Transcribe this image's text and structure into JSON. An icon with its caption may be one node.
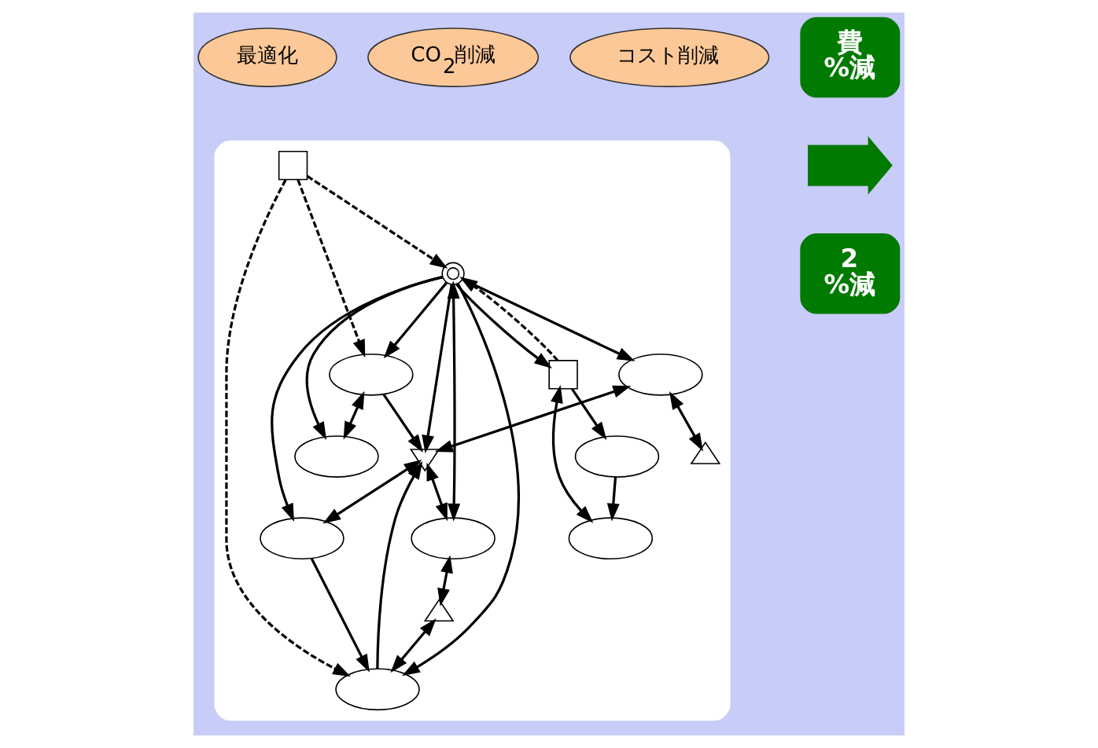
{
  "diagram": {
    "nodes": [
      {
        "text": [
          "最適化"
        ]
      },
      {
        "text": [
          "コスト削減"
        ]
      },
      {
        "text": [
          "CO$_{2}$削減"
        ]
      },
      {
        "text": [
          "費",
          "%減"
        ]
      },
      {
        "text": [
          "2",
          "%減"
        ]
      },
      {
        "text": [],
        "shape": "arrow"
      },
      {
        "text": [],
        "shape": "box"
      },
      {
        "text": [],
        "shape": "box",
        "in": 6
      },
      {
        "text": [],
        "shape": "circle",
        "in": 6
      },
      {
        "text": [],
        "shape": "ellipse",
        "in": 6
      },
      {
        "text": [],
        "shape": "triangle",
        "in": 6
      },
      {
        "text": [],
        "shape": "triangle",
        "in": 6
      },
      {
        "text": [],
        "shape": "ellipse",
        "in": 6
      },
      {
        "text": [],
        "shape": "ellipse",
        "in": 6
      },
      {
        "text": [],
        "shape": "ellipse",
        "in": 6
      },
      {
        "text": [],
        "shape": "triangle",
        "in": 6
      },
      {
        "text": [],
        "shape": "ellipse",
        "in": 6
      },
      {
        "text": [],
        "shape": "ellipse",
        "in": 6
      },
      {
        "text": [],
        "shape": "box",
        "in": 6
      },
      {
        "text": [],
        "shape": "ellipse",
        "in": 6
      },
      {
        "text": [],
        "shape": "ellipse",
        "in": 6
      }
    ],
    "edges": [
      {
        "from": 8,
        "to": 9,
        "arrow": "to"
      },
      {
        "from": 7,
        "to": 8,
        "arrow": "to",
        "style": "dashed"
      },
      {
        "from": 9,
        "to": 11,
        "arrow": "both"
      },
      {
        "from": 9,
        "to": 10,
        "arrow": "both"
      },
      {
        "from": 8,
        "to": 10,
        "arrow": "to"
      },
      {
        "from": 8,
        "to": 12,
        "arrow": "to"
      },
      {
        "from": 10,
        "to": 13,
        "arrow": "both"
      },
      {
        "from": 12,
        "to": 10,
        "arrow": "to"
      },
      {
        "from": 8,
        "to": 13,
        "arrow": "to"
      },
      {
        "from": 10,
        "to": 14,
        "arrow": "both"
      },
      {
        "from": 8,
        "to": 14,
        "arrow": "both"
      },
      {
        "from": 7,
        "to": 12,
        "arrow": "to",
        "style": "dashed"
      },
      {
        "from": 7,
        "to": 17,
        "arrow": "to",
        "style": "dashed"
      },
      {
        "from": 18,
        "to": 8,
        "arrow": "to",
        "style": "dashed"
      },
      {
        "from": 8,
        "to": 18,
        "arrow": "to"
      },
      {
        "from": 17,
        "to": 10,
        "arrow": "to"
      },
      {
        "from": 13,
        "to": 17,
        "arrow": "to"
      },
      {
        "from": 8,
        "to": 17,
        "arrow": "to"
      },
      {
        "from": 8,
        "to": 16,
        "arrow": "to"
      },
      {
        "from": 12,
        "to": 16,
        "arrow": "both"
      },
      {
        "from": 14,
        "to": 15,
        "arrow": "both"
      },
      {
        "from": 15,
        "to": 17,
        "arrow": "both"
      },
      {
        "from": 18,
        "to": 19,
        "arrow": "both"
      },
      {
        "from": 18,
        "to": 20,
        "arrow": "to"
      },
      {
        "from": 20,
        "to": 19,
        "arrow": "to"
      }
    ]
  }
}
